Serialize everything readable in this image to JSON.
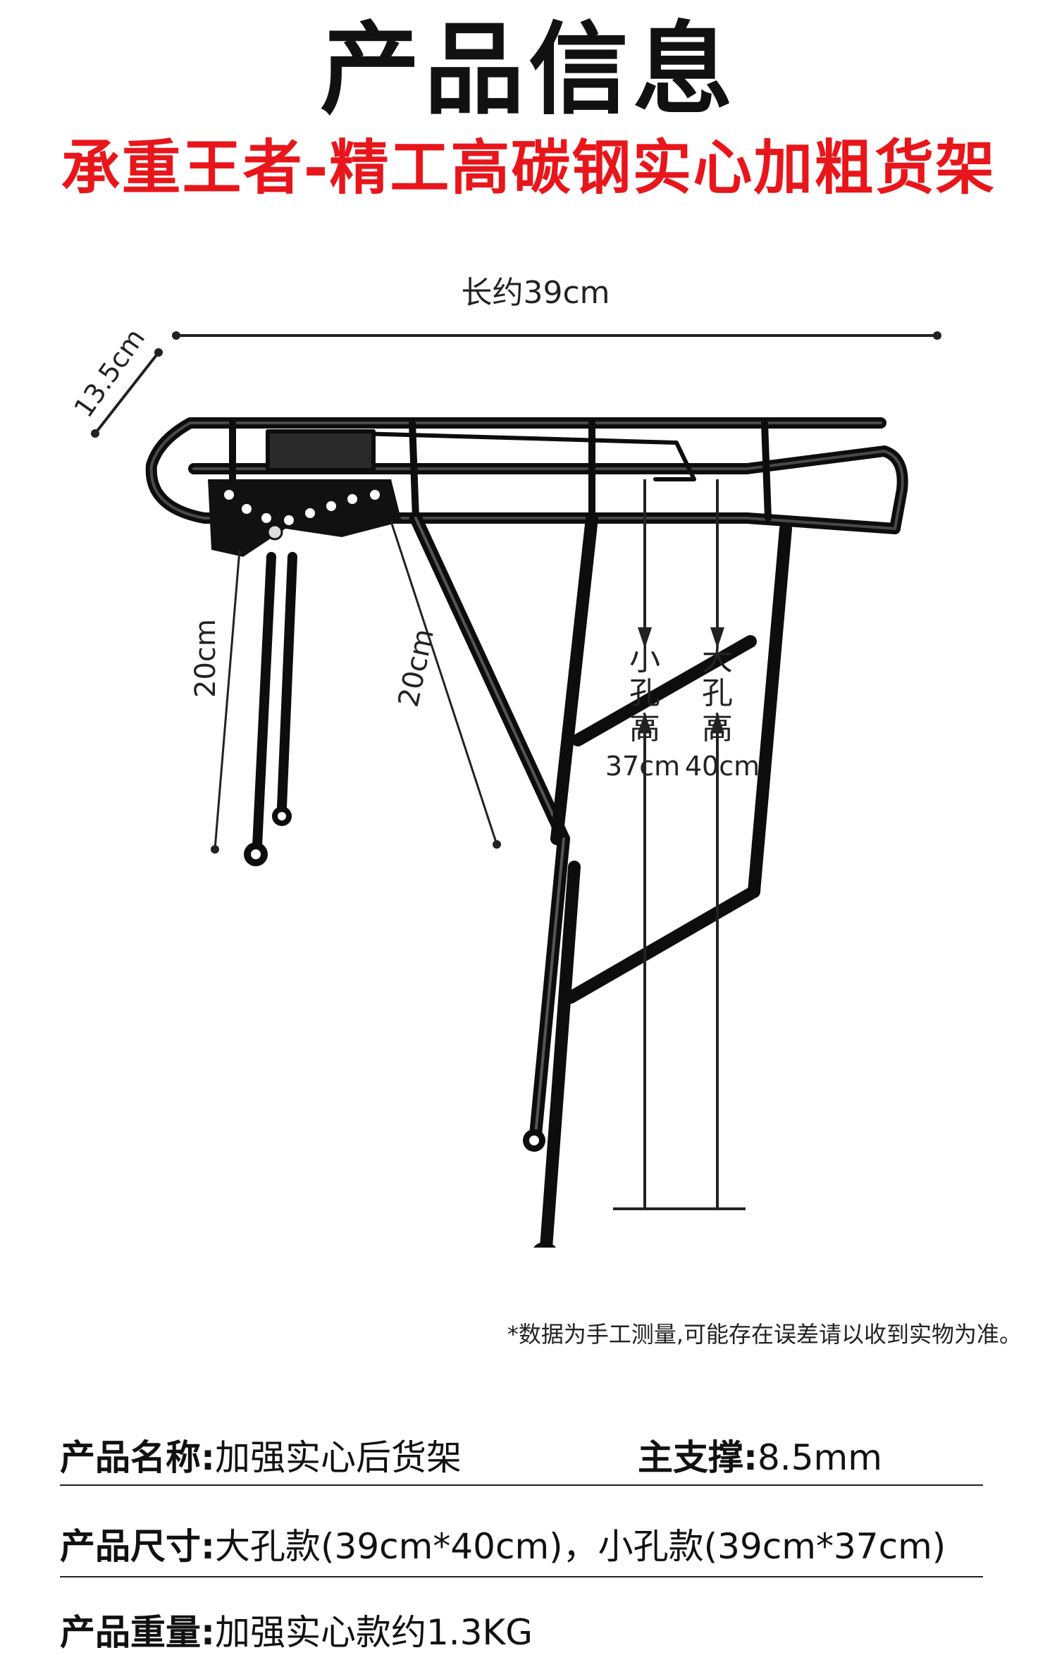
{
  "header": {
    "title": "产品信息",
    "subtitle": "承重王者-精工高碳钢实心加粗货架"
  },
  "dimensions": {
    "length": "长约39cm",
    "width": "13.5cm",
    "strut_left": "20cm",
    "strut_right": "20cm",
    "small_hole": [
      "小",
      "孔",
      "高"
    ],
    "small_hole_value": "37cm",
    "large_hole": [
      "大",
      "孔",
      "高"
    ],
    "large_hole_value": "40cm"
  },
  "note": "*数据为手工测量,可能存在误差请以收到实物为准。",
  "specs": {
    "name_key": "产品名称:",
    "name_val": "加强实心后货架",
    "support_key": "主支撑:",
    "support_val": "8.5mm",
    "size_key": "产品尺寸:",
    "size_val": "大孔款(39cm*40cm)，小孔款(39cm*37cm)",
    "weight_key": "产品重量:",
    "weight_val": "加强实心款约1.3KG"
  },
  "colors": {
    "accent": "#e8161b",
    "rack": "#0d0d0d"
  }
}
